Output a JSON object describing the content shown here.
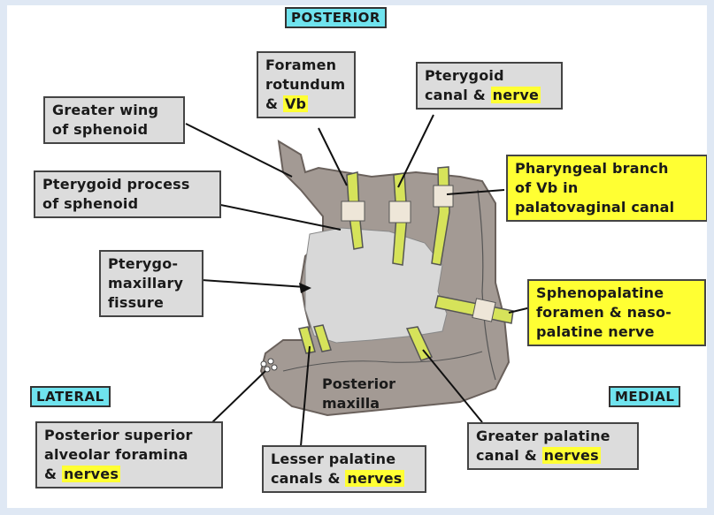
{
  "orientation": {
    "posterior": "POSTERIOR",
    "lateral": "LATERAL",
    "medial": "MEDIAL"
  },
  "labels": {
    "greater_wing": [
      "Greater wing",
      "of sphenoid"
    ],
    "foramen_rotundum": [
      "Foramen",
      "rotundum",
      "& ",
      "Vb"
    ],
    "pterygoid_canal": [
      "Pterygoid",
      "canal & ",
      "nerve"
    ],
    "pterygoid_process": [
      "Pterygoid process",
      "of sphenoid"
    ],
    "pharyngeal_branch": [
      "Pharyngeal branch",
      "of Vb",
      " in",
      "palatovaginal canal"
    ],
    "pterygomaxillary": [
      "Pterygo-",
      "maxillary",
      "fissure"
    ],
    "sphenopalatine": [
      "Sphenopalatine",
      "foramen & naso-",
      "palatine nerve"
    ],
    "posterior_maxilla": [
      "Posterior",
      "maxilla"
    ],
    "psa": [
      "Posterior superior",
      "alveolar foramina",
      "& ",
      "nerves"
    ],
    "lesser_palatine": [
      "Lesser palatine",
      "canals & ",
      "nerves"
    ],
    "greater_palatine": [
      "Greater palatine",
      "canal & ",
      "nerves"
    ]
  },
  "colors": {
    "highlight": "#ffff33",
    "tag": "#6fe3ee",
    "box": "#dcdcdc",
    "bone": "#a39a94",
    "fissure": "#d8d8d8",
    "nerve": "#d6e35a"
  }
}
